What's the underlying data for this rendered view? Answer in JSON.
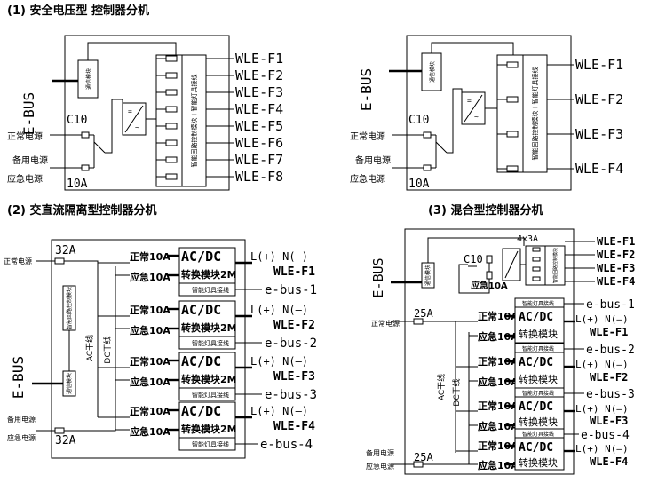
{
  "headings": {
    "h1": "(1) 安全电压型   控制器分机",
    "h2": "(2) 交直流隔离型控制器分机",
    "h3": "(3) 混合型控制器分机"
  },
  "common": {
    "ebus": "E-BUS",
    "normal_power": "正常电源",
    "backup_power": "备用电源",
    "emergency_power": "应急电源",
    "comm_module": "通信模块",
    "c10": "C10",
    "a10": "10A",
    "a32": "32A",
    "a25": "25A",
    "ac_bus": "AC干线",
    "dc_bus": "DC干线",
    "module_panel": "智能回路控制模块＋智能灯具接线",
    "ctrl_module": "智能回路控制模块",
    "lamp_terminal": "智能灯具接线",
    "acdc": "AC/DC",
    "convert_2m": "转换模块2M",
    "convert_module": "转换模块",
    "normal_10a": "正常10A",
    "emer_10a": "应急10A",
    "emer10a_short": "应急10A",
    "ln_label": "L(+)  N(—)",
    "matrix": "4x3A"
  },
  "outputs_d1": [
    "WLE-F1",
    "WLE-F2",
    "WLE-F3",
    "WLE-F4",
    "WLE-F5",
    "WLE-F6",
    "WLE-F7",
    "WLE-F8"
  ],
  "outputs_d1b": [
    "WLE-F1",
    "WLE-F2",
    "WLE-F3",
    "WLE-F4"
  ],
  "outputs_d2": [
    "WLE-F1",
    "WLE-F2",
    "WLE-F3",
    "WLE-F4"
  ],
  "buses_d2": [
    "e-bus-1",
    "e-bus-2",
    "e-bus-3",
    "e-bus-4"
  ],
  "outputs_d3_top": [
    "WLE-F1",
    "WLE-F2",
    "WLE-F3",
    "WLE-F4"
  ],
  "buses_d3": [
    "e-bus-1",
    "e-bus-2",
    "e-bus-3",
    "e-bus-4"
  ],
  "outputs_d3": [
    "WLE-F1",
    "WLE-F2",
    "WLE-F3",
    "WLE-F4"
  ]
}
